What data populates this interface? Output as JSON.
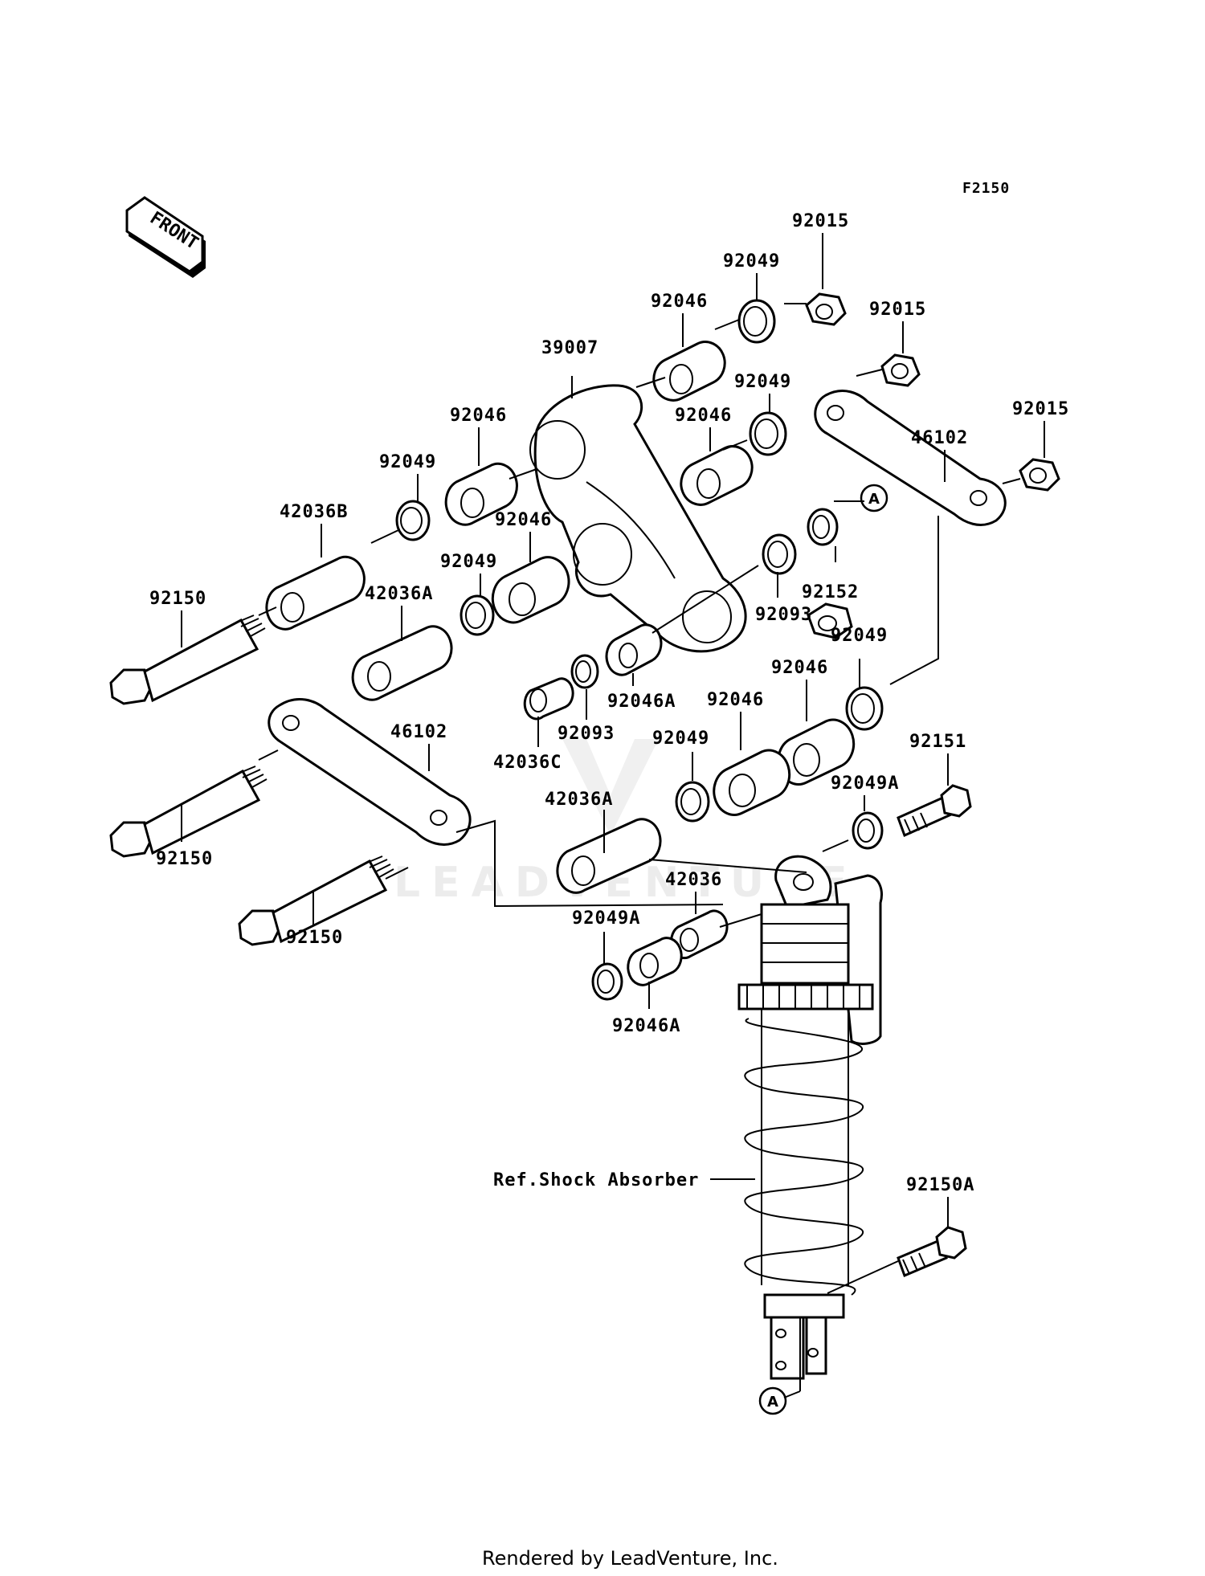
{
  "figure_code": "F2150",
  "front_arrow_text": "FRONT",
  "watermark": "LEADVENTURE",
  "reference_label": "Ref.Shock Absorber",
  "footer": "Rendered by LeadVenture, Inc.",
  "circle_marker": "A",
  "labels": {
    "l92015a": "92015",
    "l92049a": "92049",
    "l92015b": "92015",
    "l92046a": "92046",
    "l39007": "39007",
    "l92049b": "92049",
    "l92015c": "92015",
    "l92046b": "92046",
    "l92046c": "92046",
    "l46102a": "46102",
    "l92049c": "92049",
    "l42036B": "42036B",
    "l92046d": "92046",
    "l92049d": "92049",
    "l92152": "92152",
    "l92150a": "92150",
    "l42036Aa": "42036A",
    "l92093a": "92093",
    "l92049e": "92049",
    "l92046e": "92046",
    "l92046A1": "92046A",
    "l92046f": "92046",
    "l92093b": "92093",
    "l46102b": "46102",
    "l42036C": "42036C",
    "l92049f": "92049",
    "l92151": "92151",
    "l42036Ab": "42036A",
    "l92049A1": "92049A",
    "l92150b": "92150",
    "l42036": "42036",
    "l92150c": "92150",
    "l92049A2": "92049A",
    "l92046A2": "92046A",
    "l92150A": "92150A"
  }
}
